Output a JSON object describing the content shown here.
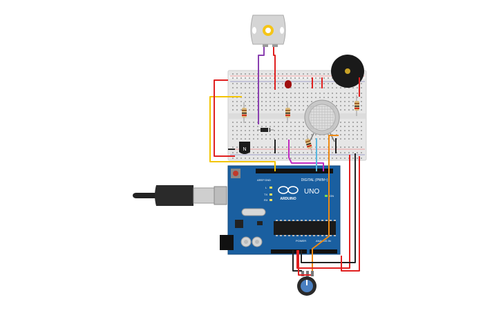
{
  "board": {
    "logo_text": "UNO",
    "brand_text": "ARDUINO",
    "digital_header": "DIGITAL (PWM~)",
    "power_header": "POWER",
    "analog_header": "ANALOG IN",
    "aref_label": "AREF",
    "gnd_label": "GND",
    "l_label": "L",
    "tx_label": "TX",
    "rx_label": "RX",
    "on_label": "ON"
  },
  "transistor": {
    "label": "N"
  },
  "colors": {
    "wire_red": "#e02020",
    "wire_black": "#222222",
    "wire_yellow": "#f3c400",
    "wire_purple": "#8a3fb0",
    "wire_magenta": "#c02ac0",
    "wire_cyan": "#58b8e0",
    "wire_orange": "#ef8a12",
    "board_blue": "#1a5fa0",
    "breadboard": "#e8e8e8"
  }
}
